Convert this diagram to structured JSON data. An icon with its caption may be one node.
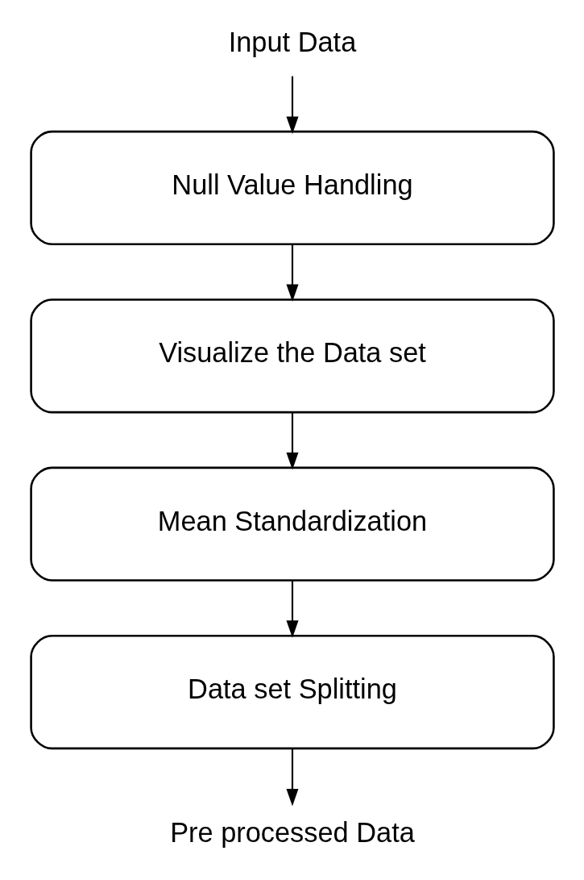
{
  "diagram": {
    "nodes": [
      {
        "text": [
          "Input Data"
        ]
      },
      {
        "text": [
          "Null Value Handling"
        ]
      },
      {
        "text": [
          "Visualize the Data set"
        ]
      },
      {
        "text": [
          "Mean Standardization"
        ]
      },
      {
        "text": [
          "Data set Splitting"
        ]
      },
      {
        "text": [
          "Pre processed Data"
        ]
      }
    ],
    "edges": [
      {
        "from": 0,
        "to": 1,
        "arrow": "to"
      },
      {
        "from": 1,
        "to": 2,
        "arrow": "to"
      },
      {
        "from": 2,
        "to": 3,
        "arrow": "to"
      },
      {
        "from": 3,
        "to": 4,
        "arrow": "to"
      },
      {
        "from": 4,
        "to": 5,
        "arrow": "to"
      }
    ]
  }
}
